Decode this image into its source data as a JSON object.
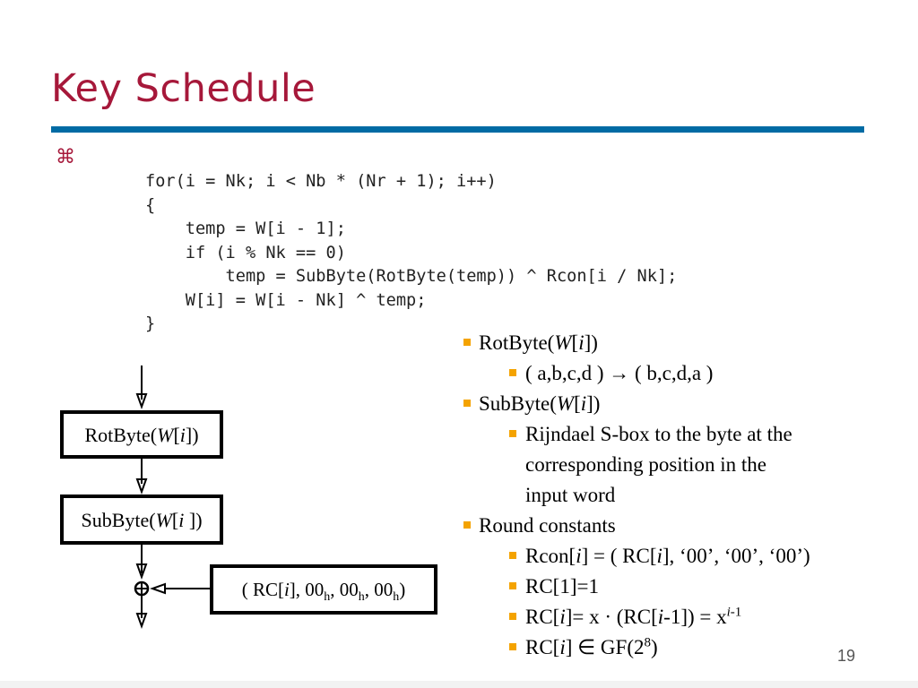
{
  "slide": {
    "title": "Key Schedule",
    "bullet_symbol": "⌘",
    "page_number": "19"
  },
  "code": [
    "for(i = Nk; i < Nb * (Nr + 1); i++)",
    "{",
    "    temp = W[i - 1];",
    "    if (i % Nk == 0)",
    "        temp = SubByte(RotByte(temp)) ^ Rcon[i / Nk];",
    "    W[i] = W[i - Nk] ^ temp;",
    "}"
  ],
  "diagram": {
    "rotbyte_prefix": "RotByte(",
    "rotbyte_w": "W",
    "rotbyte_open": "[",
    "rotbyte_i": "i",
    "rotbyte_close": "])",
    "subbyte_prefix": "SubByte(",
    "subbyte_w": "W",
    "subbyte_open": "[",
    "subbyte_i": "i",
    "subbyte_close": " ])",
    "rc_open": "( RC[",
    "rc_i": "i",
    "rc_mid": "], 00",
    "rc_h": "h",
    "rc_sep": ", 00",
    "rc_end": ")"
  },
  "bullets": {
    "rotbyte_a": "RotByte(",
    "rotbyte_b": "W",
    "rotbyte_c": "[",
    "rotbyte_d": "i",
    "rotbyte_e": "])",
    "rotbyte_sub": "( a,b,c,d ) → ( b,c,d,a )",
    "subbyte_a": "SubByte(",
    "subbyte_b": "W",
    "subbyte_c": "[",
    "subbyte_d": "i",
    "subbyte_e": "])",
    "subbyte_sub": "Rijndael S-box to the byte at the corresponding position in the input word",
    "round_constants": "Round constants",
    "rcon_a": "Rcon[",
    "rcon_b": "i",
    "rcon_c": "] = ( RC[",
    "rcon_d": "i",
    "rcon_e": "], ‘00’, ‘00’, ‘00’)",
    "rc1": "RC[1]=1",
    "rci_a": "RC[",
    "rci_b": "i",
    "rci_c": "]= x · (RC[",
    "rci_d": "i",
    "rci_e": "-1]) = x",
    "rci_sup_a": "i",
    "rci_sup_b": "-1",
    "gf_a": "RC[",
    "gf_b": "i",
    "gf_c": "] ∈ GF(2",
    "gf_sup": "8",
    "gf_d": ")"
  }
}
